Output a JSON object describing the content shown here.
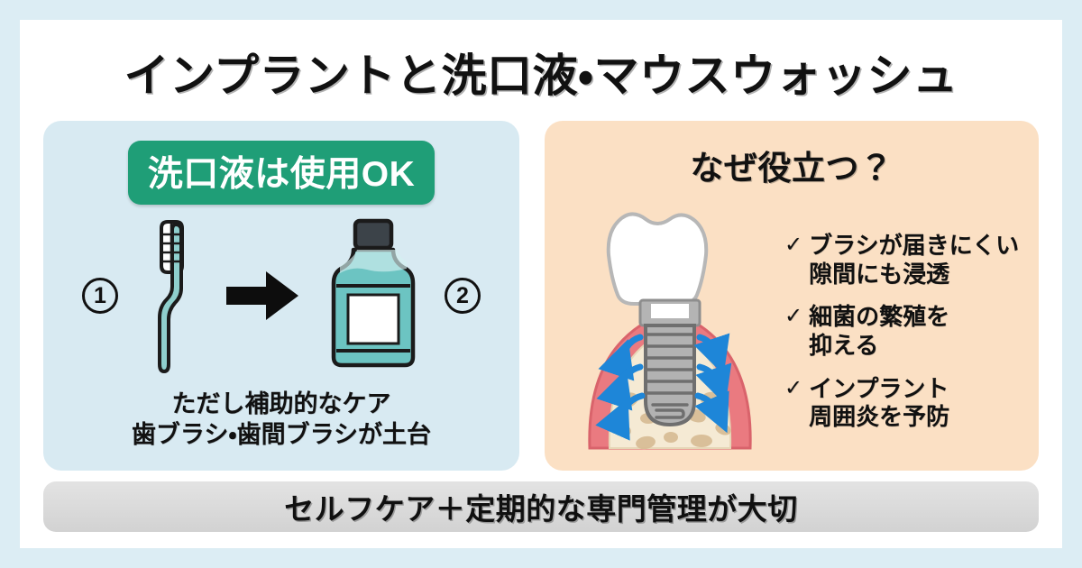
{
  "poster": {
    "title": "インプラントと洗口液・マウスウォッシュ",
    "background_color": "#dcedf4",
    "card_color": "#ffffff"
  },
  "left_panel": {
    "background_color": "#d8eaf2",
    "badge": {
      "label": "洗口液は使用OK",
      "background_color": "#1f9e77",
      "text_color": "#ffffff"
    },
    "flow": {
      "step1_number": "①",
      "step1_icon": "toothbrush-icon",
      "arrow_icon": "right-arrow-icon",
      "step2_icon": "mouthwash-bottle-icon",
      "step2_number": "②"
    },
    "note_line1": "ただし補助的なケア",
    "note_line2": "歯ブラシ・歯間ブラシが土台"
  },
  "right_panel": {
    "background_color": "#fbe0c4",
    "heading": "なぜ役立つ？",
    "illustration_icon": "dental-implant-diagram",
    "bullets": [
      {
        "check": "✓",
        "text": "ブラシが届きにくい\n隙間にも浸透"
      },
      {
        "check": "✓",
        "text": "細菌の繁殖を\n抑える"
      },
      {
        "check": "✓",
        "text": "インプラント\n周囲炎を予防"
      }
    ]
  },
  "footer": {
    "text": "セルフケア＋定期的な専門管理が大切",
    "background_color": "#dcdcdc"
  },
  "colors": {
    "teal": "#7fc9c7",
    "green_badge": "#1f9e77",
    "gum_pink": "#e8757b",
    "bone_cream": "#f3e8d2",
    "implant_gray": "#a8a8a8",
    "arrow_blue": "#1e86d8"
  }
}
